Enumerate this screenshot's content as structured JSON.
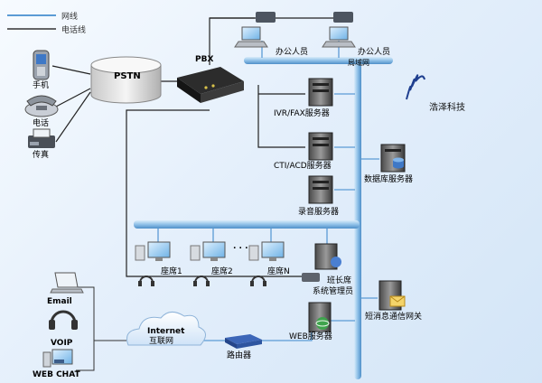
{
  "legend": {
    "network": "网线",
    "phone": "电话线",
    "network_color": "#5b9bd5",
    "phone_color": "#333333"
  },
  "brand": {
    "name": "浩泽科技",
    "logo_color": "#1f3f8f"
  },
  "nodes": {
    "mobile": "手机",
    "telephone": "电话",
    "fax": "传真",
    "pstn": "PSTN",
    "pbx": "PBX",
    "office1": "办公人员",
    "office2": "办公人员",
    "lan": "局域网",
    "ivr": "IVR/FAX服务器",
    "cti": "CTI/ACD服务器",
    "recording": "录音服务器",
    "database": "数据库服务器",
    "seat1": "座席1",
    "seat2": "座席2",
    "seatN": "座席N",
    "ellipsis": ". . .",
    "monitor1": "班长席",
    "monitor2": "系统管理员",
    "sms": "短消息通信网关",
    "email": "Email",
    "voip": "VOIP",
    "webchat": "WEB  CHAT",
    "internet1": "Internet",
    "internet2": "互联网",
    "router": "路由器",
    "web": "WEB服务器"
  }
}
